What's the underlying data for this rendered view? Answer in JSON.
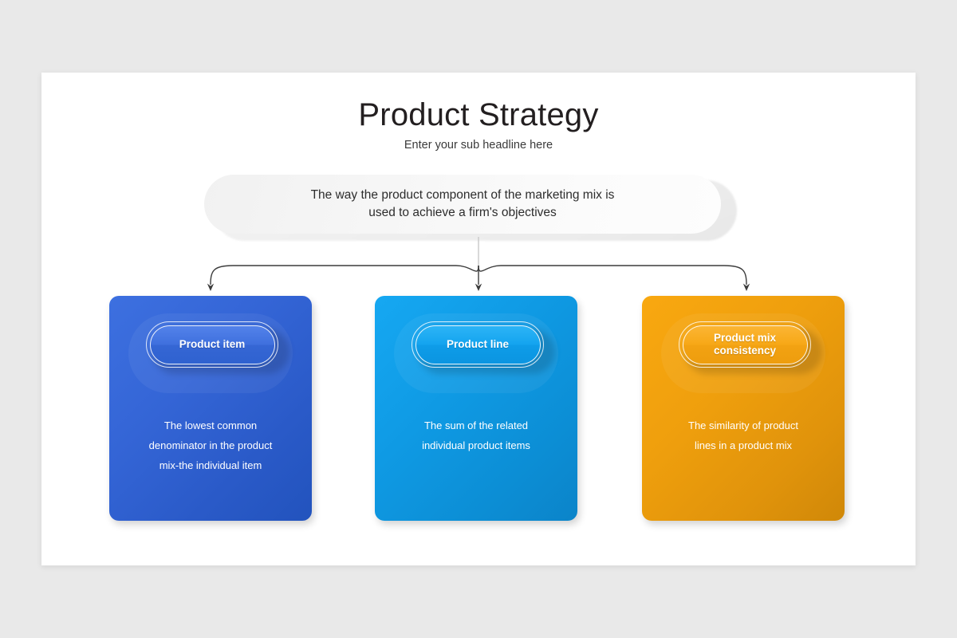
{
  "slide": {
    "title": "Product Strategy",
    "subtitle": "Enter your sub headline here",
    "banner_text": "The way the product component of the marketing mix is\nused to achieve a firm's objectives"
  },
  "cards": [
    {
      "label": "Product item",
      "description": "The lowest common\ndenominator in the product\nmix-the individual item",
      "color_from": "#3d70e0",
      "color_to": "#2253bd"
    },
    {
      "label": "Product line",
      "description": "The sum of the related\nindividual product items",
      "color_from": "#16a8f2",
      "color_to": "#0b84c9"
    },
    {
      "label": "Product mix\nconsistency",
      "description": "The similarity of product\nlines in a product mix",
      "color_from": "#f9a810",
      "color_to": "#d08808"
    }
  ],
  "connector": {
    "line_color": "#3c3c3c",
    "branches": [
      "left-branch-arrow",
      "center-branch-arrow",
      "right-branch-arrow"
    ]
  },
  "background_color": "#e9e9e9",
  "slide_color": "#ffffff"
}
